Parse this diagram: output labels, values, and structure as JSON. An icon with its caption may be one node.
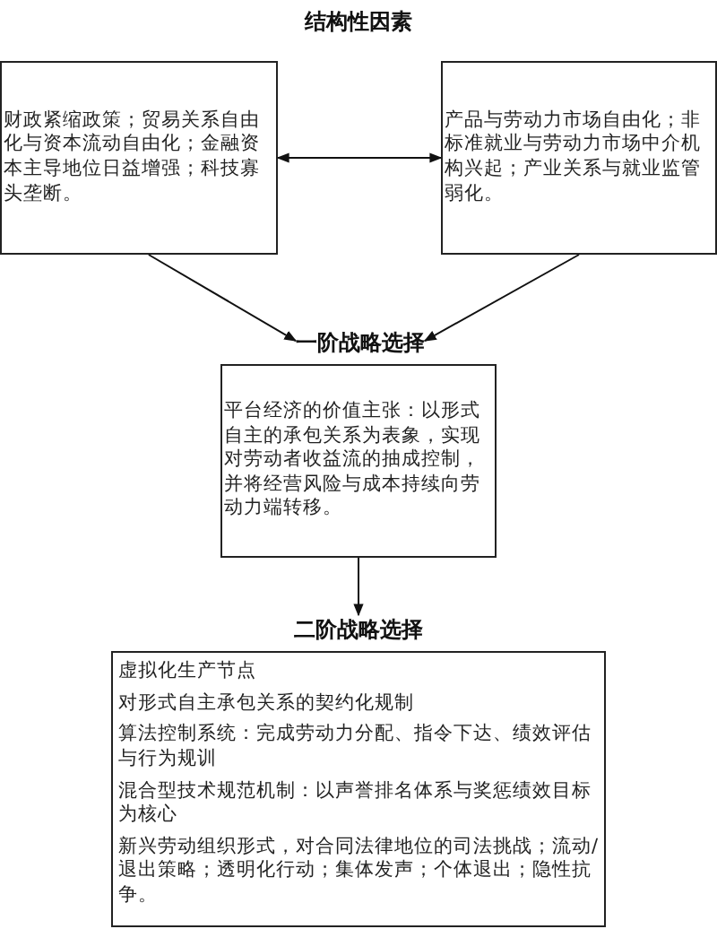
{
  "diagram": {
    "title": "结构性因素",
    "nodes": [
      {
        "text": [
          "财政紧缩政策；贸易关系自由化与资本流动自由化；金融资本主导地位日益增强；科技寡头垄断。"
        ]
      },
      {
        "text": [
          "产品与劳动力市场自由化；非标准就业与劳动力市场中介机构兴起；产业关系与就业监管弱化。"
        ]
      },
      {
        "text": [
          "一阶战略选择"
        ]
      },
      {
        "text": [
          "平台经济的价值主张：以形式自主的承包关系为表象，实现对劳动者收益流的抽成控制，并将经营风险与成本持续向劳动力端转移。"
        ]
      },
      {
        "text": [
          "二阶战略选择"
        ]
      },
      {
        "text": [
          "虚拟化生产节点",
          "对形式自主承包关系的契约化规制",
          "算法控制系统：完成劳动力分配、指令下达、绩效评估与行为规训",
          "混合型技术规范机制：以声誉排名体系与奖惩绩效目标为核心",
          "新兴劳动组织形式，对合同法律地位的司法挑战；流动/退出策略；透明化行动；集体发声；个体退出；隐性抗争。"
        ]
      }
    ],
    "edges": [
      {
        "from": 0,
        "to": 1,
        "arrow": "both"
      },
      {
        "from": 0,
        "to": 2,
        "arrow": "to"
      },
      {
        "from": 1,
        "to": 2,
        "arrow": "to"
      },
      {
        "from": 3,
        "to": 4,
        "arrow": "to"
      }
    ]
  }
}
